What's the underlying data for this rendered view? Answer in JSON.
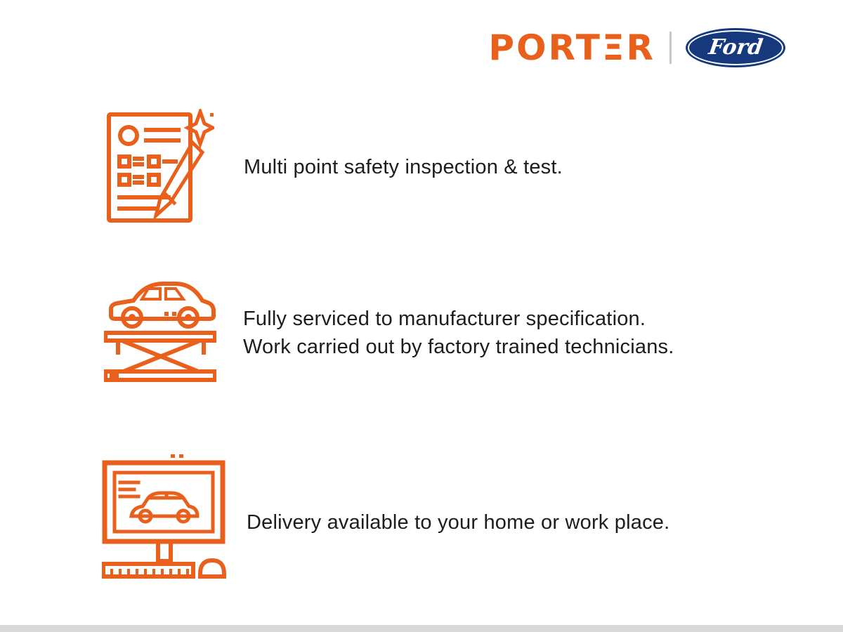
{
  "brand": {
    "dealer_name": "PORTΞR",
    "ford_logo_text": "Ford",
    "accent_orange": "#E8601C",
    "ford_blue": "#16387D"
  },
  "features": [
    {
      "icon": "inspection-checklist-icon",
      "lines": [
        "Multi point safety inspection & test."
      ]
    },
    {
      "icon": "car-lift-icon",
      "lines": [
        "Fully serviced to manufacturer specification.",
        "Work carried out by factory trained technicians."
      ]
    },
    {
      "icon": "delivery-computer-icon",
      "lines": [
        "Delivery available to your home or work place."
      ]
    }
  ]
}
